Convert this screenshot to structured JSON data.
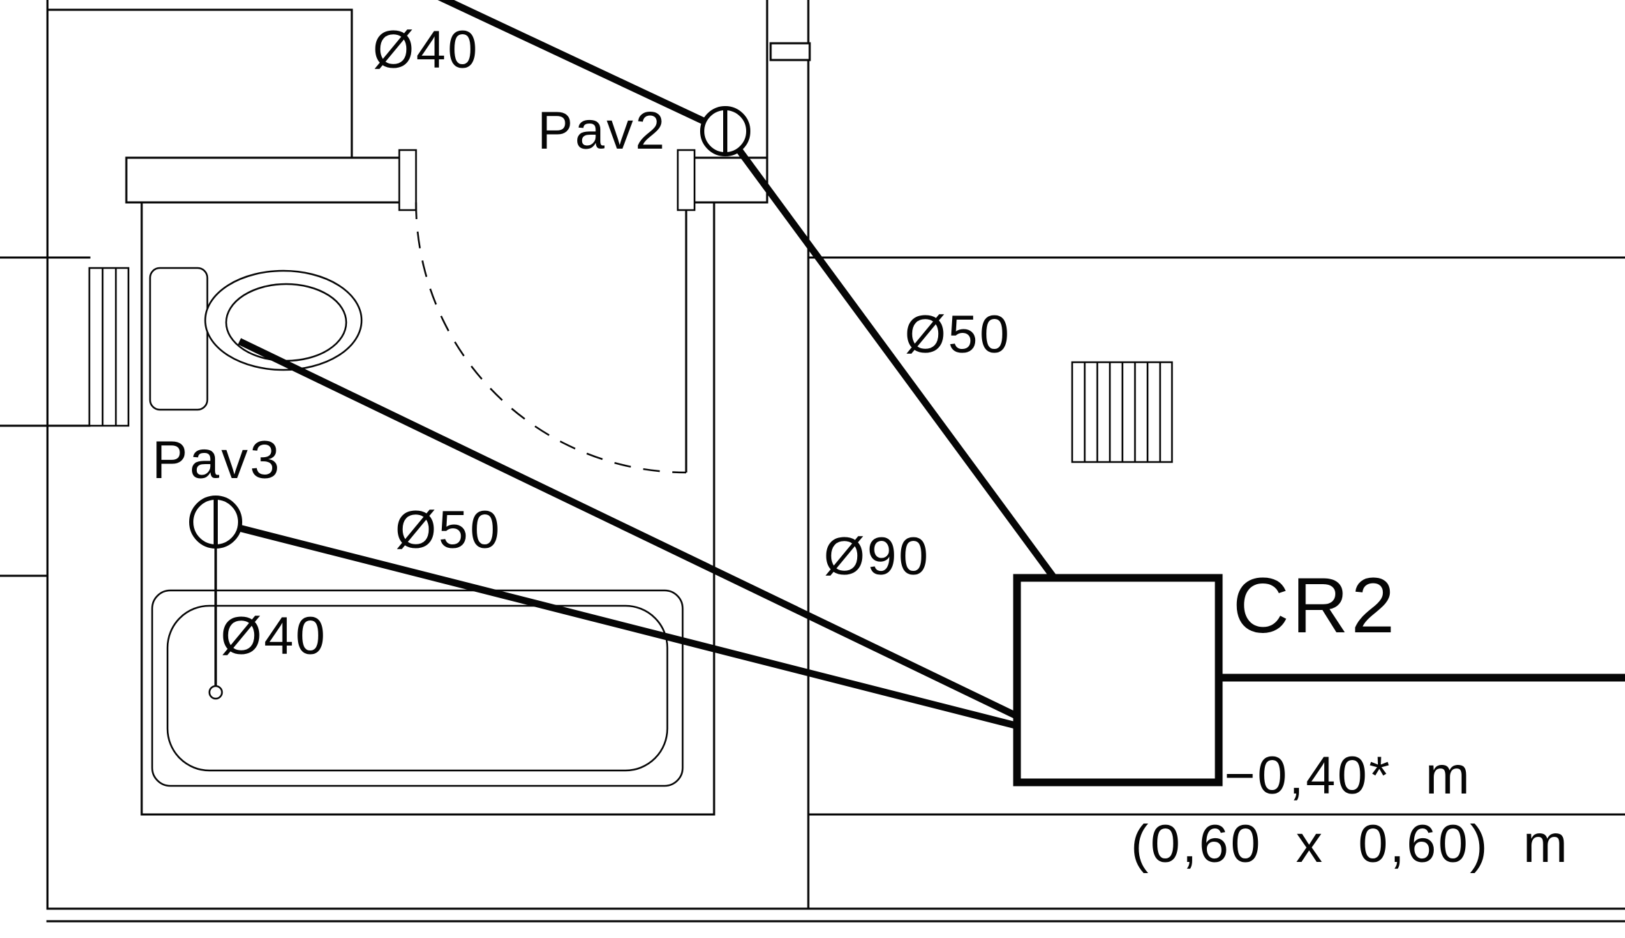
{
  "page": {
    "background": "#ffffff",
    "line_color": "#000000"
  },
  "plan": {
    "labels": {
      "pipe40_top": "Ø40",
      "pipe50_right": "Ø50",
      "pipe90": "Ø90",
      "pipe50_left": "Ø50",
      "pipe40_drain": "Ø40"
    },
    "fixtures": {
      "pav2": "Pav2",
      "pav3": "Pav3"
    },
    "chamber": {
      "label": "CR2",
      "depth": "−0,40*  m",
      "dimensions": "(0,60  x  0,60)  m"
    },
    "symbols": {
      "pav2": "floor-drain-symbol",
      "pav3": "floor-drain-symbol",
      "grate": "hatched-grate"
    }
  }
}
